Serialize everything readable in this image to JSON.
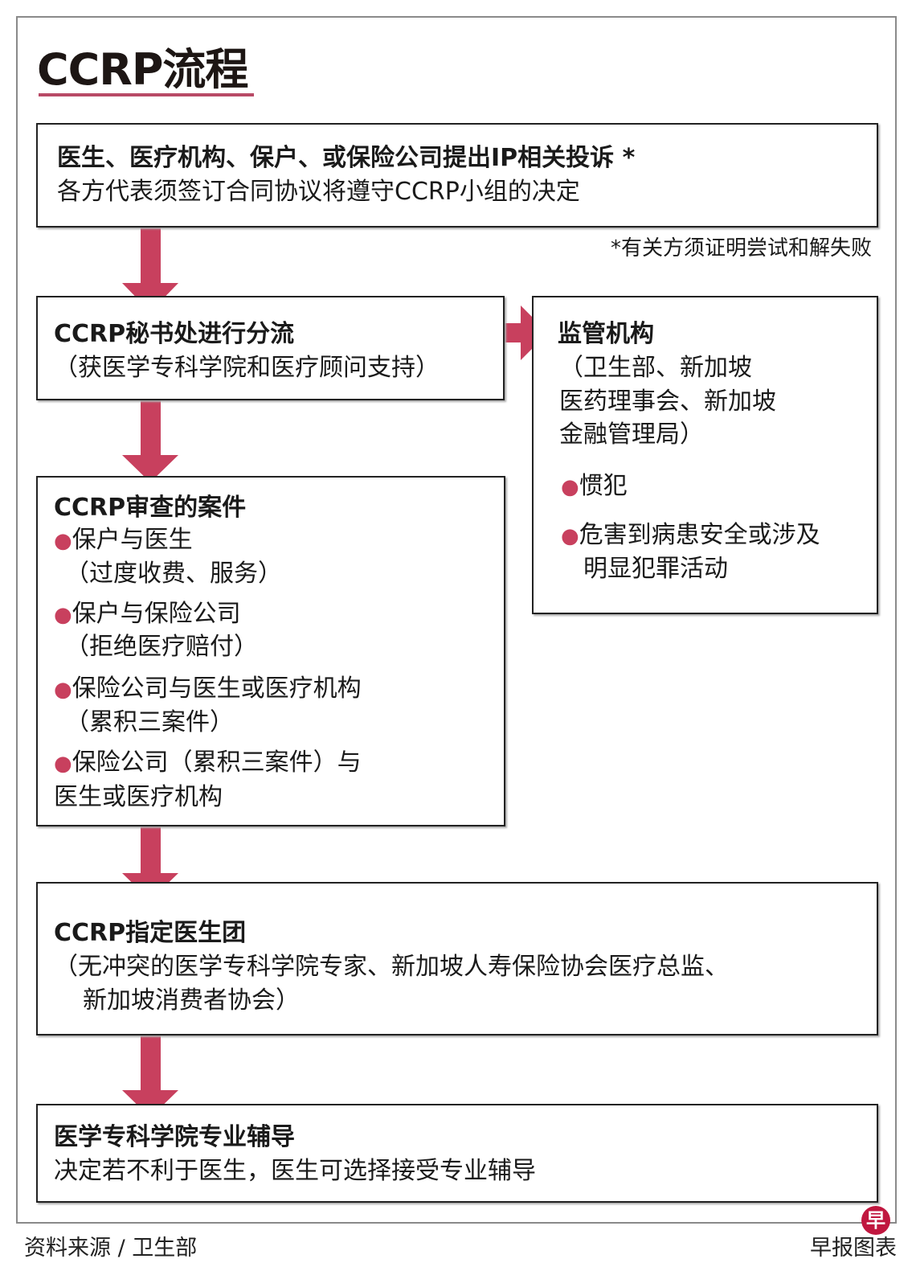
{
  "title": "CCRP流程",
  "accent_color": "#c8405e",
  "step1": {
    "heading": "医生、医疗机构、保户、或保险公司提出IP相关投诉 *",
    "text": "各方代表须签订合同协议将遵守CCRP小组的决定",
    "note": "*有关方须证明尝试和解失败"
  },
  "step2": {
    "heading": "CCRP秘书处进行分流",
    "text": "（获医学专科学院和医疗顾问支持）"
  },
  "regulators": {
    "heading": "监管机构",
    "lines": [
      "（卫生部、新加坡",
      "医药理事会、新加坡",
      "金融管理局）"
    ],
    "items": [
      [
        "惯犯"
      ],
      [
        "危害到病患安全或涉及",
        "明显犯罪活动"
      ]
    ]
  },
  "step3": {
    "heading": "CCRP审查的案件",
    "items": [
      [
        "保户与医生",
        "（过度收费、服务）"
      ],
      [
        "保户与保险公司",
        "（拒绝医疗赔付）"
      ],
      [
        "保险公司与医生或医疗机构",
        "（累积三案件）"
      ],
      [
        "保险公司（累积三案件）与",
        "医生或医疗机构"
      ]
    ]
  },
  "step4": {
    "heading": "CCRP指定医生团",
    "lines": [
      "（无冲突的医学专科学院专家、新加坡人寿保险协会医疗总监、",
      "新加坡消费者协会）"
    ]
  },
  "step5": {
    "heading": "医学专科学院专业辅导",
    "text": "决定若不利于医生，医生可选择接受专业辅导"
  },
  "footer": {
    "source": "资料来源 / 卫生部",
    "credit": "早报图表",
    "logo": "早"
  }
}
